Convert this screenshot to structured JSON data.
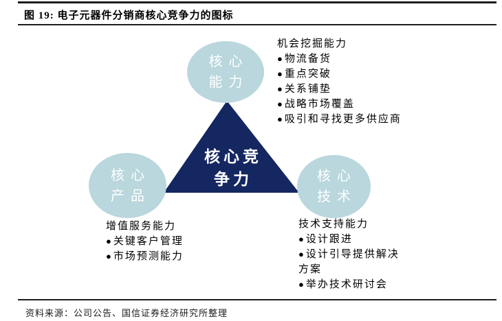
{
  "figure": {
    "title": "图 19:  电子元器件分销商核心竞争力的图标",
    "source": "资料来源：公司公告、国信证券经济研究所整理"
  },
  "colors": {
    "ellipse_fill": "#b9d7dd",
    "triangle_fill": "#142761",
    "rule": "#1c1c1c",
    "node_text": "#ffffff",
    "body_text": "#000000"
  },
  "diagram": {
    "bullet": "●",
    "center": {
      "line1": "核心竞",
      "line2": "争力"
    },
    "nodes": {
      "top": {
        "line1": "核心",
        "line2": "能力"
      },
      "left": {
        "line1": "核心",
        "line2": "产品"
      },
      "right": {
        "line1": "核心",
        "line2": "技术"
      }
    },
    "lists": {
      "top": {
        "header": "机会挖掘能力",
        "items": [
          "物流备货",
          "重点突破",
          "关系铺垫",
          "战略市场覆盖",
          "吸引和寻找更多供应商"
        ]
      },
      "left": {
        "header": "增值服务能力",
        "items": [
          "关键客户管理",
          "市场预测能力"
        ]
      },
      "right": {
        "header": "技术支持能力",
        "items": [
          "设计跟进",
          "设计引导提供解决方案",
          "举办技术研讨会"
        ]
      }
    }
  }
}
